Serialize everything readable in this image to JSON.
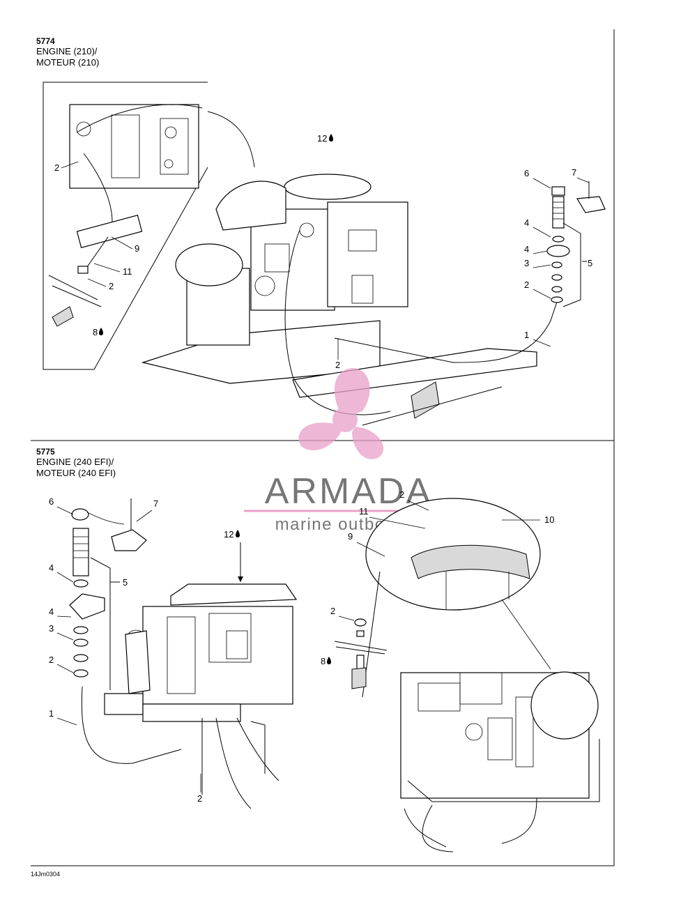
{
  "sections": [
    {
      "code": "5774",
      "title_en": "ENGINE (210)/",
      "title_fr": "MOTEUR (210)"
    },
    {
      "code": "5775",
      "title_en": "ENGINE (240 EFI)/",
      "title_fr": "MOTEUR (240 EFI)"
    }
  ],
  "callouts_top": [
    "2",
    "9",
    "11",
    "2",
    "8",
    "12",
    "2",
    "6",
    "7",
    "4",
    "4",
    "3",
    "2",
    "5",
    "1"
  ],
  "callouts_bottom": [
    "6",
    "7",
    "4",
    "5",
    "4",
    "3",
    "2",
    "1",
    "12",
    "2",
    "2",
    "11",
    "10",
    "9",
    "2",
    "8"
  ],
  "watermark": {
    "brand": "ARMADA",
    "tagline": "marine outboards",
    "color": "#e8a0c8"
  },
  "footer_code": "14Jm0304"
}
